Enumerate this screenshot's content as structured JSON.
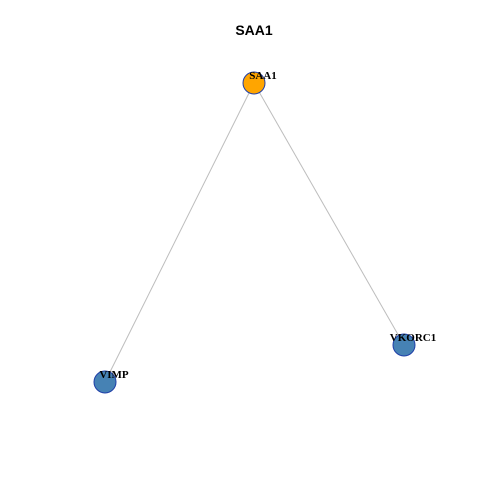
{
  "title": "SAA1",
  "colors": {
    "hub_fill": "#FFA500",
    "leaf_fill": "#4682B4",
    "node_stroke": "#1F3FA8",
    "edge": "#BDBDBD",
    "text": "#000000"
  },
  "nodes": [
    {
      "id": "SAA1",
      "label": "SAA1",
      "role": "hub"
    },
    {
      "id": "VIMP",
      "label": "VIMP",
      "role": "leaf"
    },
    {
      "id": "VKORC1",
      "label": "VKORC1",
      "role": "leaf"
    }
  ],
  "edges": [
    {
      "source": "SAA1",
      "target": "VIMP"
    },
    {
      "source": "SAA1",
      "target": "VKORC1"
    }
  ]
}
